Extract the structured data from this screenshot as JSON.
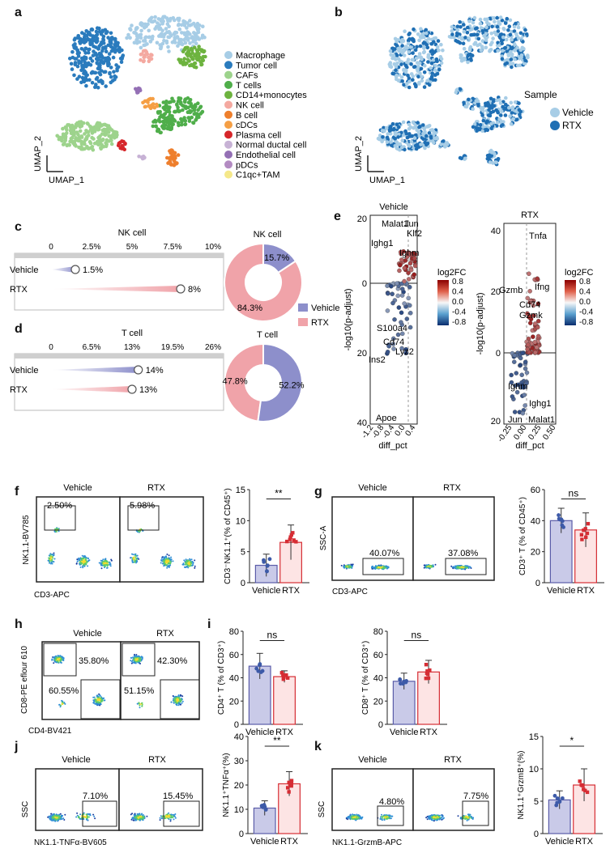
{
  "panel_labels": {
    "a": "a",
    "b": "b",
    "c": "c",
    "d": "d",
    "e": "e",
    "f": "f",
    "g": "g",
    "h": "h",
    "i": "i",
    "j": "j",
    "k": "k"
  },
  "umap": {
    "x_label": "UMAP_1",
    "y_label": "UMAP_2"
  },
  "legend_a": {
    "items": [
      {
        "label": "Macrophage",
        "color": "#a7cde6"
      },
      {
        "label": "Tumor cell",
        "color": "#2a7bbd"
      },
      {
        "label": "CAFs",
        "color": "#9dd38c"
      },
      {
        "label": "T cells",
        "color": "#4fae4a"
      },
      {
        "label": "CD14+monocytes",
        "color": "#6db33f"
      },
      {
        "label": "NK cell",
        "color": "#f4a9a0"
      },
      {
        "label": "B cell",
        "color": "#ee7f2d"
      },
      {
        "label": "cDCs",
        "color": "#f59f45"
      },
      {
        "label": "Plasma cell",
        "color": "#d6262a"
      },
      {
        "label": "Normal ductal cell",
        "color": "#c7b2d5"
      },
      {
        "label": "Endothelial cell",
        "color": "#9470b5"
      },
      {
        "label": "pDCs",
        "color": "#b38bc2"
      },
      {
        "label": "C1qc+TAM",
        "color": "#f5e88a"
      }
    ]
  },
  "legend_b": {
    "title": "Sample",
    "items": [
      {
        "label": "Vehicle",
        "color": "#a7cde6"
      },
      {
        "label": "RTX",
        "color": "#1f6fb4"
      }
    ]
  },
  "chart_data": [
    {
      "type": "bar",
      "panel": "c",
      "title": "NK cell",
      "ticks": [
        "0",
        "2.5%",
        "5%",
        "7.5%",
        "10%"
      ],
      "xlim": [
        0,
        10
      ],
      "categories": [
        "Vehicle",
        "RTX"
      ],
      "values": [
        1.5,
        8
      ],
      "value_labels": [
        "1.5%",
        "8%"
      ],
      "donut": {
        "title": "NK cell",
        "values": [
          84.3,
          15.7
        ],
        "labels": [
          "84.3%",
          "15.7%"
        ],
        "colors": [
          "#f0a3a9",
          "#8d8fcb"
        ]
      }
    },
    {
      "type": "bar",
      "panel": "d",
      "title": "T cell",
      "ticks": [
        "0",
        "6.5%",
        "13%",
        "19.5%",
        "26%"
      ],
      "xlim": [
        0,
        26
      ],
      "categories": [
        "Vehicle",
        "RTX"
      ],
      "values": [
        14,
        13
      ],
      "value_labels": [
        "14%",
        "13%"
      ],
      "donut": {
        "title": "T cell",
        "values": [
          47.8,
          52.2
        ],
        "labels": [
          "47.8%",
          "52.2%"
        ],
        "colors": [
          "#f0a3a9",
          "#8d8fcb"
        ]
      }
    },
    {
      "type": "scatter",
      "panel": "e-vehicle",
      "title": "Vehicle",
      "xlabel": "diff_pct",
      "ylabel": "-log10(p-adjust)",
      "x_ticks": [
        "-1.2",
        "-0.8",
        "-0.4",
        "0.0",
        "0.4"
      ],
      "y_ticks": [
        "20",
        "0",
        "20",
        "40"
      ],
      "genes": [
        {
          "name": "Malat1"
        },
        {
          "name": "Jun"
        },
        {
          "name": "Klf2"
        },
        {
          "name": "Ighg1"
        },
        {
          "name": "Ighm"
        },
        {
          "name": "S100a4"
        },
        {
          "name": "Cd74"
        },
        {
          "name": "Lyz2"
        },
        {
          "name": "Ins2"
        },
        {
          "name": "Apoe"
        }
      ]
    },
    {
      "type": "scatter",
      "panel": "e-rtx",
      "title": "RTX",
      "xlabel": "diff_pct",
      "ylabel": "-log10(p-adjust)",
      "x_ticks": [
        "-0.25",
        "0.00",
        "0.25",
        "0.50"
      ],
      "y_ticks": [
        "40",
        "20",
        "0",
        "20"
      ],
      "genes": [
        {
          "name": "Tnfa"
        },
        {
          "name": "Ifng"
        },
        {
          "name": "Gzmb"
        },
        {
          "name": "Cd74"
        },
        {
          "name": "Gzmk"
        },
        {
          "name": "Ighm"
        },
        {
          "name": "Ighg1"
        },
        {
          "name": "Jun"
        },
        {
          "name": "Malat1"
        }
      ]
    },
    {
      "type": "bar",
      "panel": "f",
      "categories": [
        "Vehicle",
        "RTX"
      ],
      "values": [
        2.8,
        6.5
      ],
      "errors": [
        1.8,
        2.8
      ],
      "ylim": [
        0,
        15
      ],
      "y_ticks": [
        "0",
        "5",
        "10",
        "15"
      ],
      "ylabel": "CD3⁻NK1.1⁺(% of CD45⁺)",
      "sig": "**"
    },
    {
      "type": "bar",
      "panel": "g",
      "categories": [
        "Vehicle",
        "RTX"
      ],
      "values": [
        40,
        34
      ],
      "errors": [
        8,
        11
      ],
      "ylim": [
        0,
        60
      ],
      "y_ticks": [
        "0",
        "20",
        "40",
        "60"
      ],
      "ylabel": "CD3⁺ T (% of CD45⁺)",
      "sig": "ns"
    },
    {
      "type": "bar",
      "panel": "i-cd4",
      "categories": [
        "Vehicle",
        "RTX"
      ],
      "values": [
        50,
        41
      ],
      "errors": [
        11,
        5
      ],
      "ylim": [
        0,
        80
      ],
      "y_ticks": [
        "0",
        "20",
        "40",
        "60",
        "80"
      ],
      "ylabel": "CD4⁺ T (% of CD3⁺)",
      "sig": "ns"
    },
    {
      "type": "bar",
      "panel": "i-cd8",
      "categories": [
        "Vehicle",
        "RTX"
      ],
      "values": [
        37,
        45
      ],
      "errors": [
        7,
        10
      ],
      "ylim": [
        0,
        80
      ],
      "y_ticks": [
        "0",
        "20",
        "40",
        "60",
        "80"
      ],
      "ylabel": "CD8⁺ T (% of CD3⁺)",
      "sig": "ns"
    },
    {
      "type": "bar",
      "panel": "j",
      "categories": [
        "Vehicle",
        "RTX"
      ],
      "values": [
        10.5,
        20.5
      ],
      "errors": [
        3,
        5
      ],
      "ylim": [
        0,
        40
      ],
      "y_ticks": [
        "0",
        "10",
        "20",
        "30",
        "40"
      ],
      "ylabel": "NK1.1⁺TNFα⁺(%)",
      "sig": "**"
    },
    {
      "type": "bar",
      "panel": "k",
      "categories": [
        "Vehicle",
        "RTX"
      ],
      "values": [
        5.2,
        7.5
      ],
      "errors": [
        1.4,
        2.5
      ],
      "ylim": [
        0,
        15
      ],
      "y_ticks": [
        "0",
        "5",
        "10",
        "15"
      ],
      "ylabel": "NK1.1⁺GrzmB⁺(%)",
      "sig": "*"
    }
  ],
  "flow": {
    "f": {
      "titles": [
        "Vehicle",
        "RTX"
      ],
      "gates": [
        "2.50%",
        "5.98%"
      ],
      "y_label": "NK1.1-BV785",
      "x_label": "CD3-APC"
    },
    "g": {
      "titles": [
        "Vehicle",
        "RTX"
      ],
      "gates": [
        "40.07%",
        "37.08%"
      ],
      "y_label": "SSC-A",
      "x_label": "CD3-APC"
    },
    "h": {
      "titles": [
        "Vehicle",
        "RTX"
      ],
      "gates_top": [
        "35.80%",
        "42.30%"
      ],
      "gates_bottom": [
        "60.55%",
        "51.15%"
      ],
      "y_label": "CD8-PE eflour 610",
      "x_label": "CD4-BV421"
    },
    "j": {
      "titles": [
        "Vehicle",
        "RTX"
      ],
      "gates": [
        "7.10%",
        "15.45%"
      ],
      "y_label": "SSC",
      "x_label": "NK1.1-TNFα-BV605"
    },
    "k": {
      "titles": [
        "Vehicle",
        "RTX"
      ],
      "gates": [
        "4.80%",
        "7.75%"
      ],
      "y_label": "SSC",
      "x_label": "NK1.1-GrzmB-APC"
    }
  },
  "colorbar": {
    "title": "log2FC",
    "ticks": [
      "0.8",
      "0.4",
      "0.0",
      "-0.4",
      "-0.8"
    ]
  },
  "legend_cd": {
    "items": [
      {
        "label": "Vehicle",
        "color": "#8d8fcb"
      },
      {
        "label": "RTX",
        "color": "#f0a3a9"
      }
    ]
  }
}
